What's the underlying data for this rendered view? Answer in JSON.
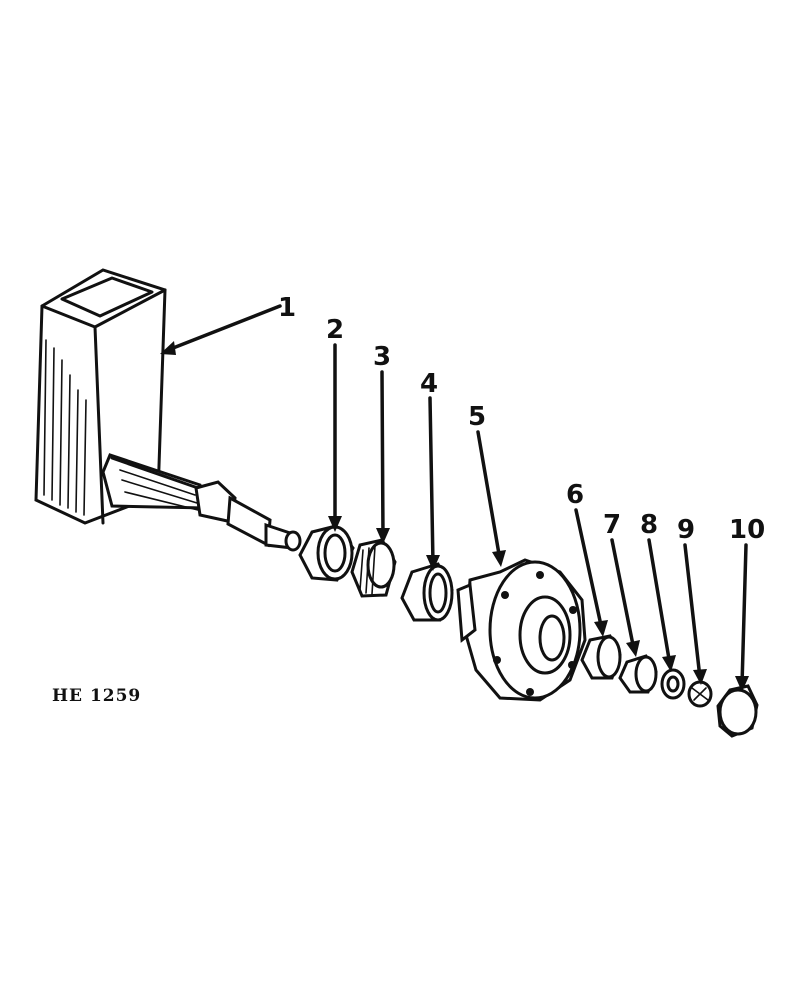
{
  "drawing_code": "HE 1259",
  "callouts": [
    {
      "id": "1",
      "label": "1"
    },
    {
      "id": "2",
      "label": "2"
    },
    {
      "id": "3",
      "label": "3"
    },
    {
      "id": "4",
      "label": "4"
    },
    {
      "id": "5",
      "label": "5"
    },
    {
      "id": "6",
      "label": "6"
    },
    {
      "id": "7",
      "label": "7"
    },
    {
      "id": "8",
      "label": "8"
    },
    {
      "id": "9",
      "label": "9"
    },
    {
      "id": "10",
      "label": "10"
    }
  ]
}
